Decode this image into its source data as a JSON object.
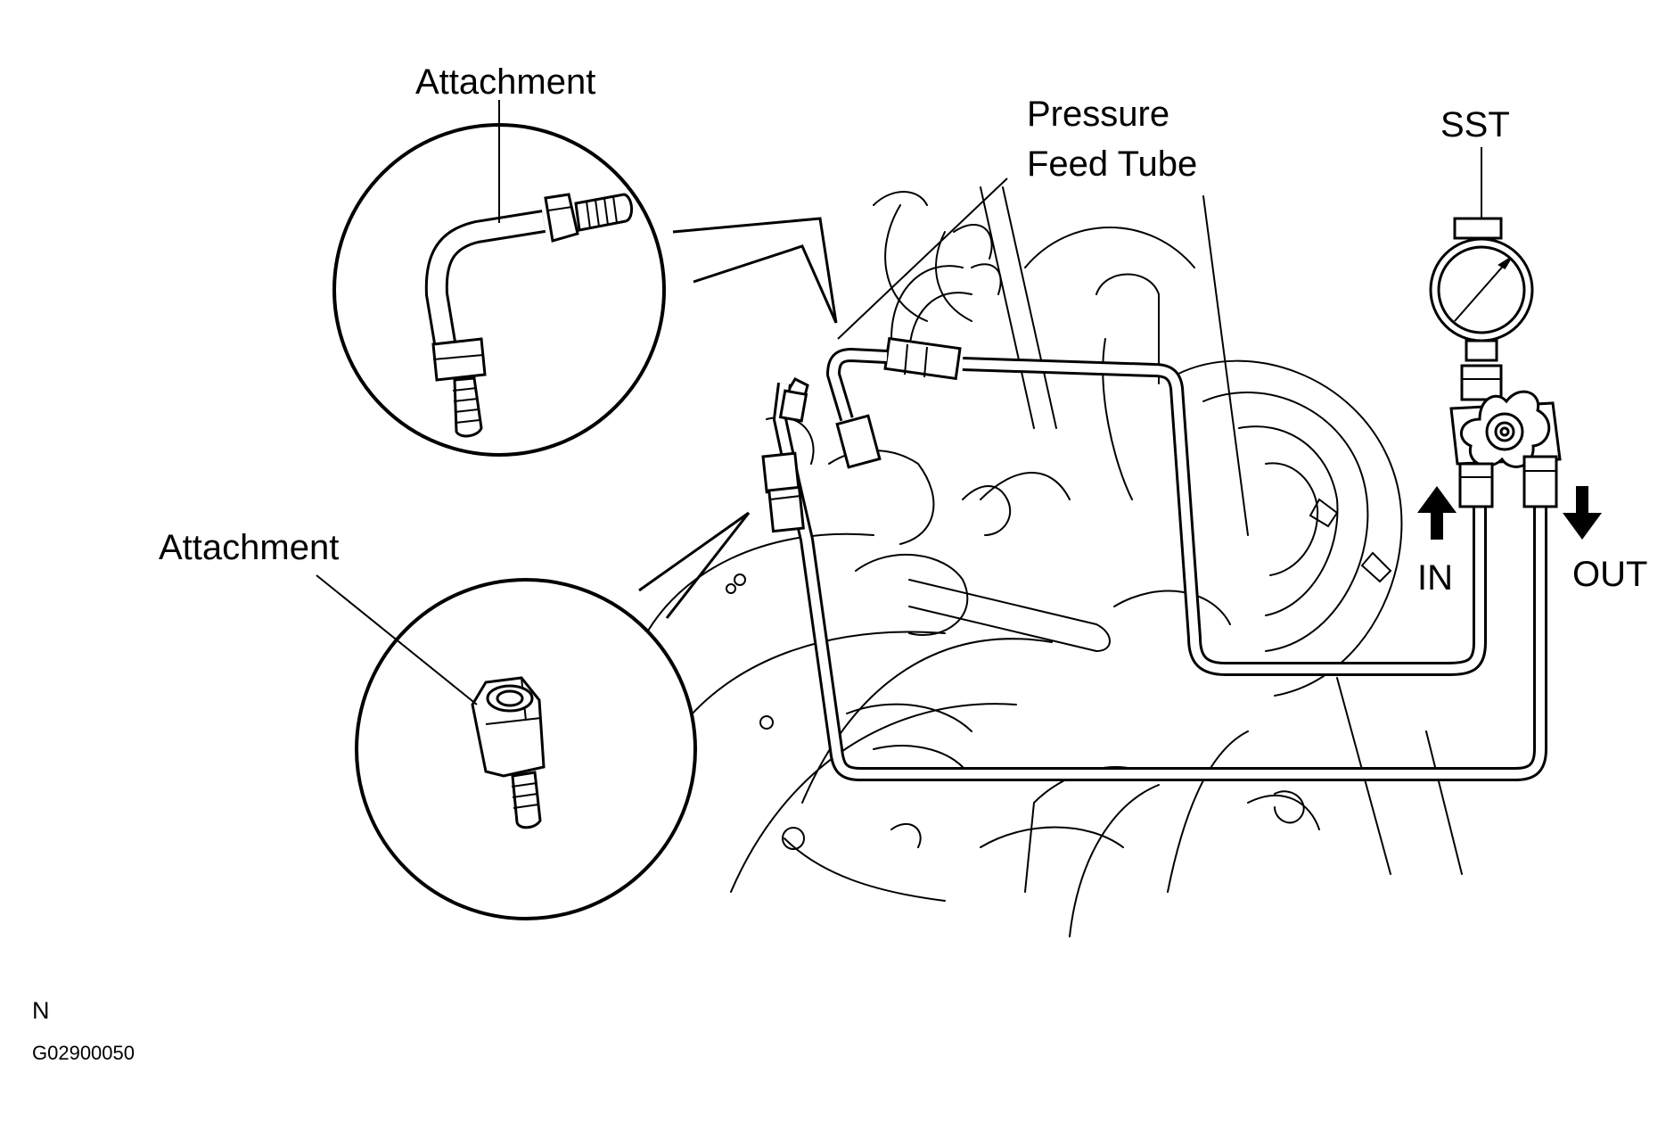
{
  "labels": {
    "attachment_top": "Attachment",
    "attachment_bottom": "Attachment",
    "pressure_feed_tube": "Pressure\nFeed Tube",
    "sst": "SST",
    "in": "IN",
    "out": "OUT",
    "north_marker": "N",
    "figure_code": "G02900050"
  },
  "icons": {
    "in_arrow": "arrow-up-icon",
    "out_arrow": "arrow-down-icon",
    "gauge": "pressure-gauge-icon"
  }
}
